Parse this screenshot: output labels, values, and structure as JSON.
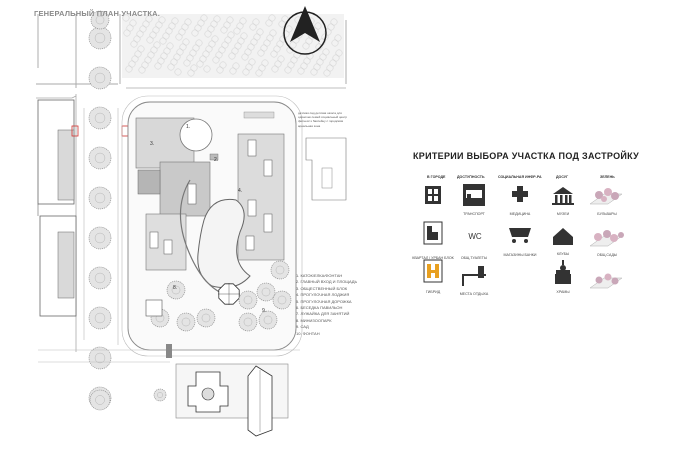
{
  "plan_title": "ГЕНЕРАЛЬНЫЙ ПЛАН УЧАСТКА.",
  "site_note": "детская сад детская школа для одиночек семей социальный центр фитнесс к бассейну с городским ареальная зона",
  "zone_numbers": [
    "1.",
    "2.",
    "3.",
    "4.",
    "8.",
    "9."
  ],
  "legend": [
    "1. КАТОК/ЕЛКА/ФОНТАН",
    "2. ГЛАВНЫЙ ВХОД И ПЛОЩАДЬ",
    "3. ОБЩЕСТВЕННЫЙ БЛОК",
    "4. ПРОГУЛОЧНАЯ ЛОДЖИЯ",
    "5. ПРОГУЛОЧНАЯ ДОРОЖКА",
    "6. БЕСЕДКА ПАВИЛЬОН",
    "7. ЛУЖАЙКА ДЛЯ ЗАНЯТИЙ",
    "8. МИНИЗООПАРК",
    "9. САД",
    "10. ФОНТАН"
  ],
  "criteria_title": "КРИТЕРИИ ВЫБОРА УЧАСТКА ПОД ЗАСТРОЙКУ",
  "columns": [
    "В ГОРОДЕ",
    "ДОСТУПНОСТЬ",
    "СОЦИАЛЬНАЯ ИНФР-РА",
    "ДОСУГ",
    "ЗЕЛЕНЬ"
  ],
  "labels": {
    "kvartal": "КВАРТАЛ / УРБАН БЛОК",
    "hybrid": "ГИБРИД",
    "transport": "ТРАНСПОРТ",
    "toilets": "ОБЩ.ТУАЛЕТЫ",
    "rest": "МЕСТА ОТДЫХА",
    "wc": "WC",
    "medicine": "МЕДИЦИНА",
    "shops": "МАГАЗИНЫ БАНКИ",
    "museum": "МУЗЕИ",
    "clubs": "КЛУБЫ",
    "temples": "ХРАМЫ",
    "boulevards": "БУЛЬВАРЫ",
    "gardens": "ОБЩ.САДЫ"
  },
  "colors": {
    "accent": "#e8a020",
    "marker": "#d0322f"
  }
}
